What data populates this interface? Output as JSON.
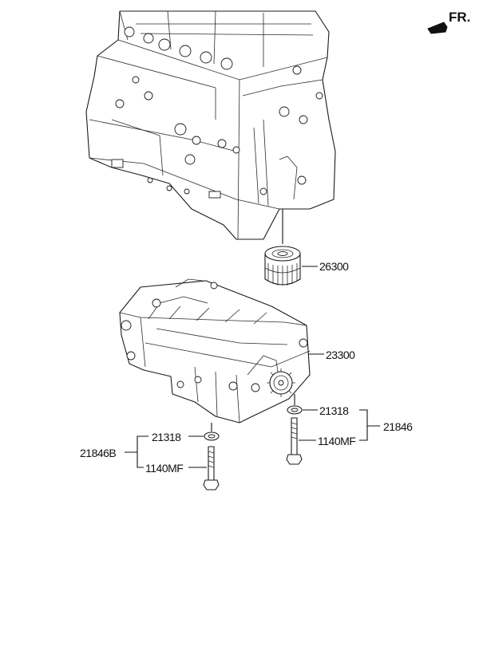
{
  "direction": {
    "label": "FR.",
    "icon": "front-direction-arrow-icon"
  },
  "callouts": {
    "oil_filter": "26300",
    "balance_shaft_module": "23300",
    "washer_right": "21318",
    "bolt_right": "1140MF",
    "assembly_right": "21846",
    "washer_left": "21318",
    "bolt_left": "1140MF",
    "assembly_left": "21846B"
  }
}
